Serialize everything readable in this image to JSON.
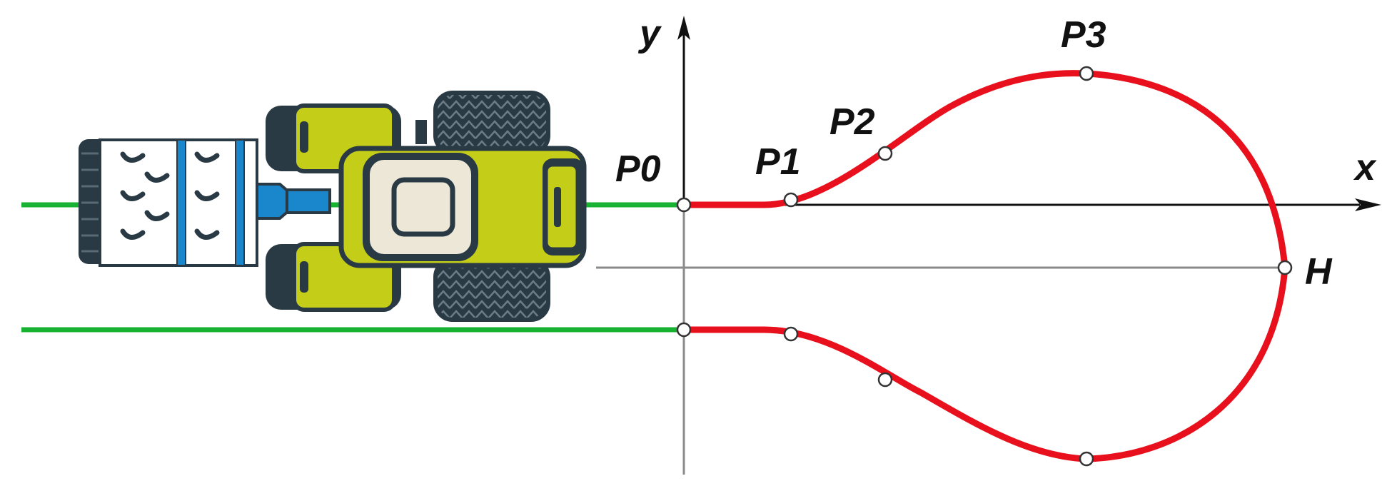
{
  "diagram": {
    "axis_x_label": "x",
    "axis_y_label": "y",
    "points": [
      {
        "id": "p0",
        "label": "P0"
      },
      {
        "id": "p1",
        "label": "P1"
      },
      {
        "id": "p2",
        "label": "P2"
      },
      {
        "id": "p3",
        "label": "P3"
      },
      {
        "id": "h",
        "label": "H"
      }
    ],
    "colors": {
      "path": "#e8101c",
      "guide_line": "#17b232",
      "axis": "#111111",
      "tractor_body": "#c4ce18",
      "tractor_tire": "#2a3a45",
      "cab": "#ece7d7",
      "implement_frame": "#1a86cc"
    },
    "icons": [
      "tractor-with-implement-icon"
    ]
  }
}
